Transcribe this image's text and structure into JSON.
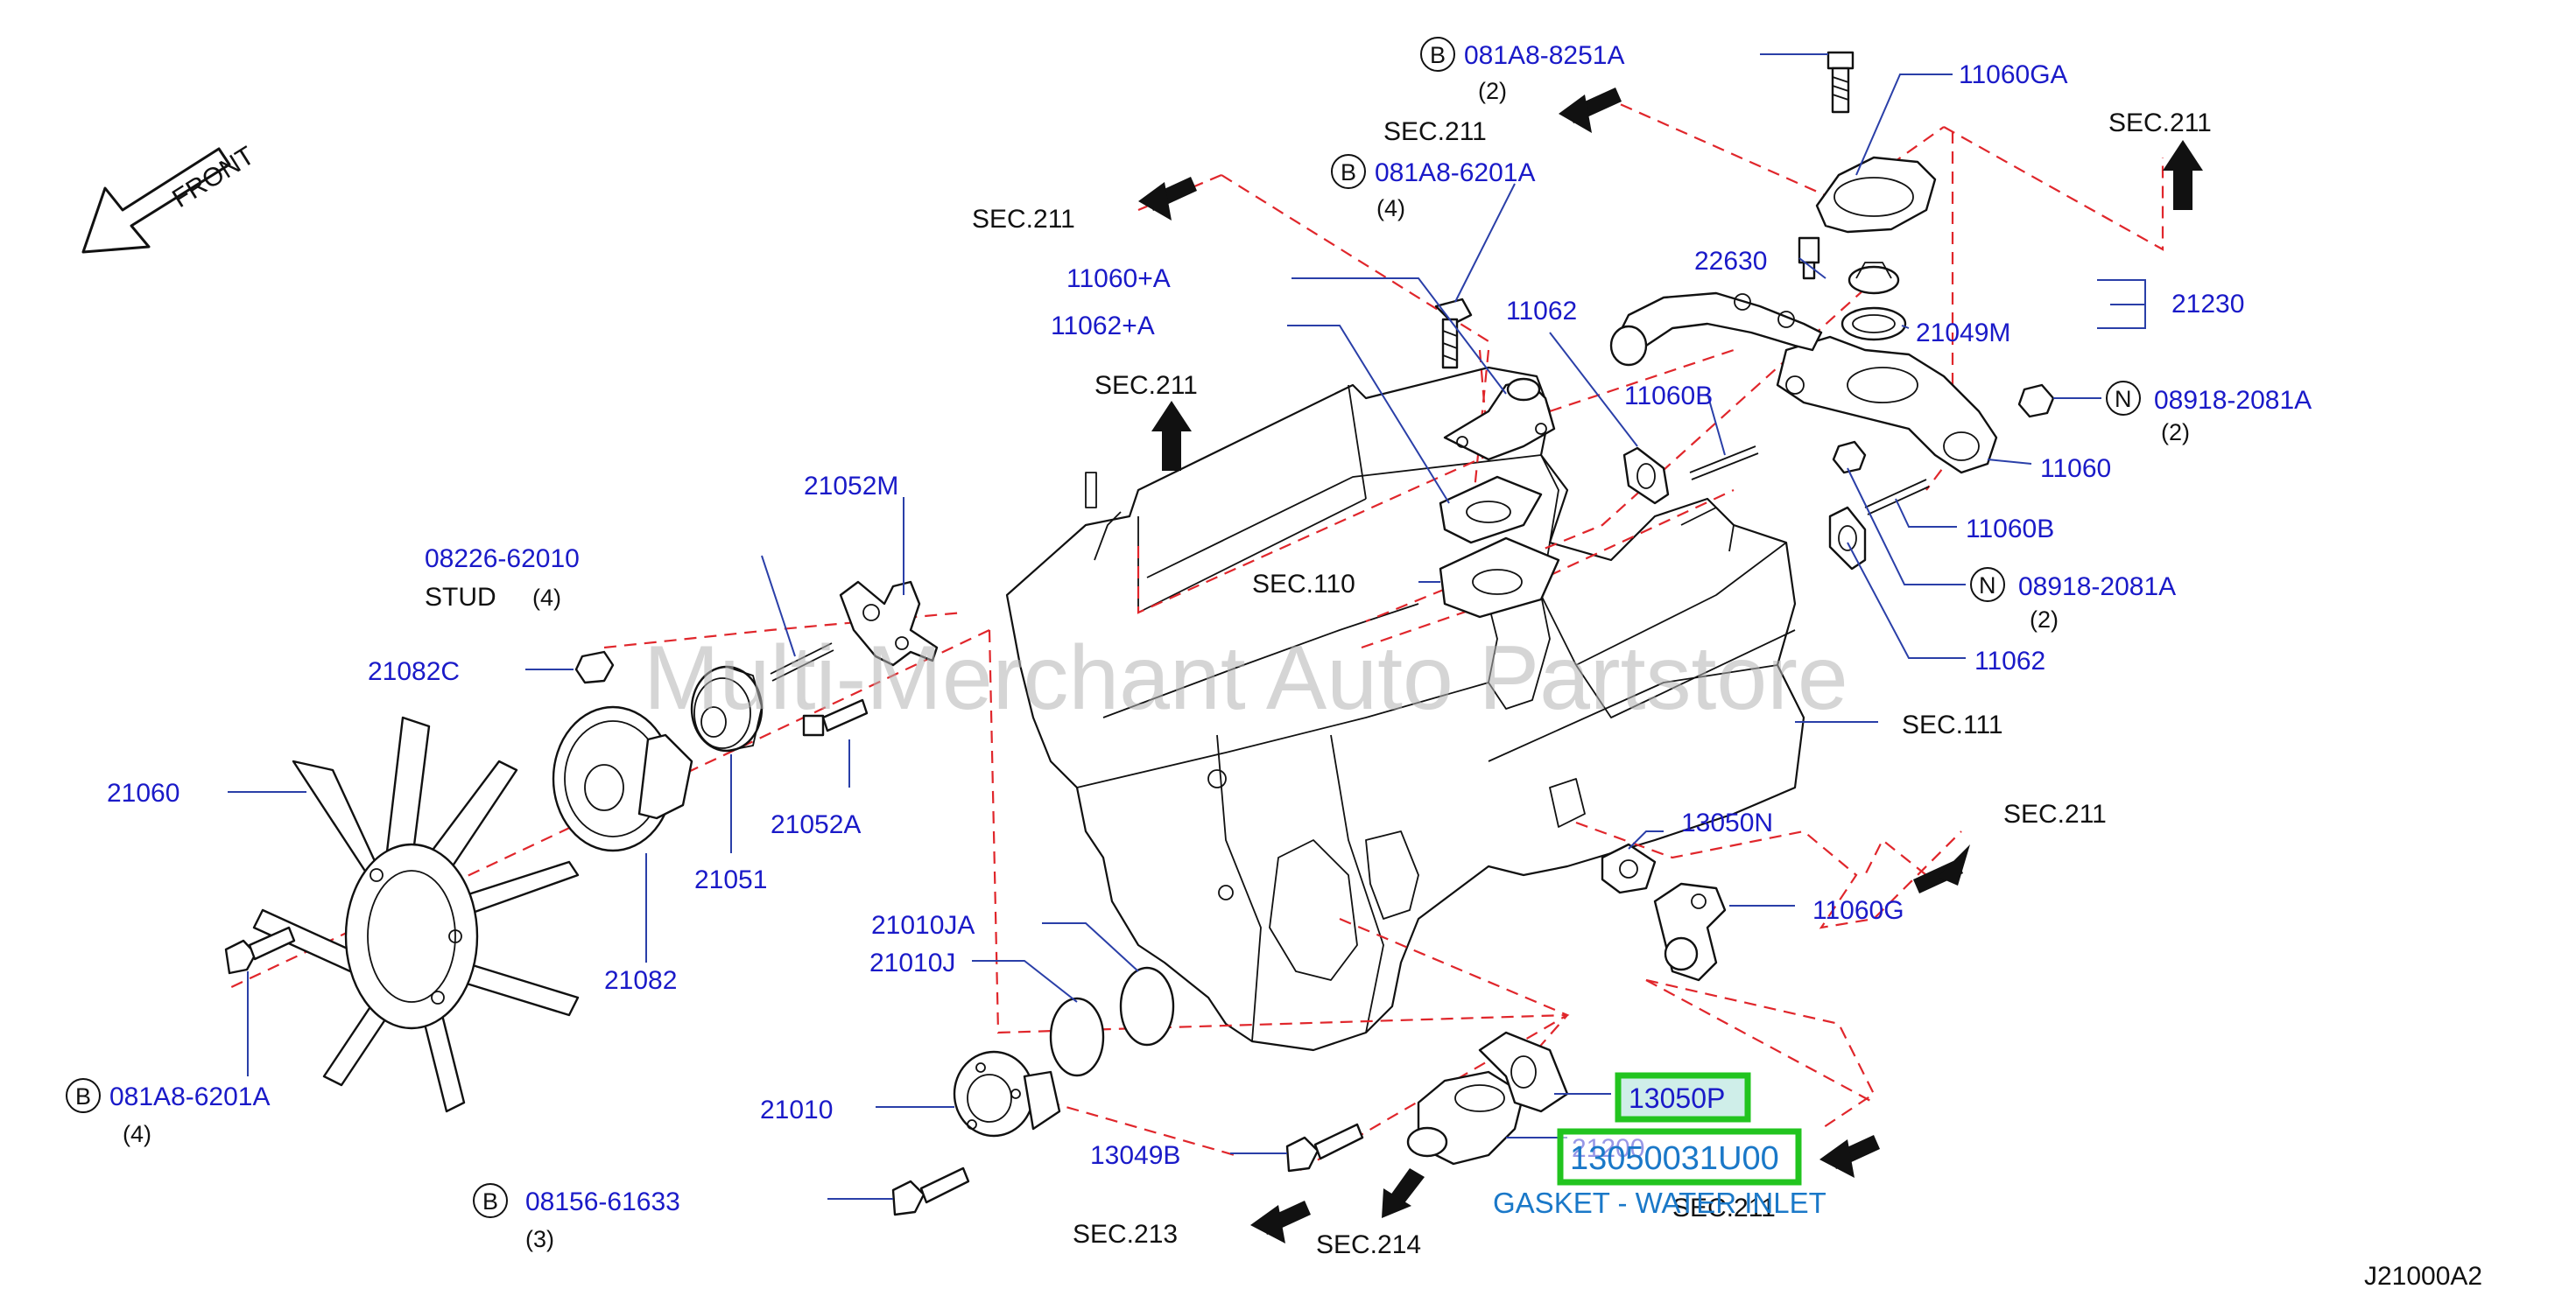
{
  "diagram": {
    "watermark": "Multi-Merchant Auto Partstore",
    "drawing_code": "J21000A2",
    "front_label": "FRONT",
    "highlight": {
      "part_a": "13050P",
      "part_b": "13050031U00",
      "description": "GASKET - WATER INLET"
    },
    "sections": {
      "s211_a": "SEC.211",
      "s211_b": "SEC.211",
      "s211_c": "SEC.211",
      "s211_d": "SEC.211",
      "s211_e": "SEC.211",
      "s211_f": "SEC.211",
      "s110": "SEC.110",
      "s111": "SEC.111",
      "s213": "SEC.213",
      "s214": "SEC.214"
    },
    "parts": {
      "p_081A8_8251A": "081A8-8251A",
      "q_081A8_8251A": "(2)",
      "p_081A8_6201A_top": "081A8-6201A",
      "q_081A8_6201A_top": "(4)",
      "p_11060GA": "11060GA",
      "p_11060_A": "11060+A",
      "p_11062_A": "11062+A",
      "p_11062_top": "11062",
      "p_22630": "22630",
      "p_21230": "21230",
      "p_21049M": "21049M",
      "p_11060B_top": "11060B",
      "p_08918_top": "08918-2081A",
      "q_08918_top": "(2)",
      "p_11060": "11060",
      "p_11060B_low": "11060B",
      "p_08918_low": "08918-2081A",
      "q_08918_low": "(2)",
      "p_11062_low": "11062",
      "p_21052M": "21052M",
      "p_08226": "08226-62010",
      "stud": "STUD",
      "q_stud": "(4)",
      "p_21082C": "21082C",
      "p_21060": "21060",
      "p_21052A": "21052A",
      "p_21051": "21051",
      "p_21082": "21082",
      "p_13050N": "13050N",
      "p_11060G": "11060G",
      "p_21010JA": "21010JA",
      "p_21010J": "21010J",
      "p_21010": "21010",
      "p_13049B": "13049B",
      "p_21200": "21200",
      "p_081A8_6201A_low": "081A8-6201A",
      "q_081A8_6201A_low": "(4)",
      "p_08156": "08156-61633",
      "q_08156": "(3)"
    },
    "callout_letters": {
      "b1": "B",
      "b2": "B",
      "b3": "B",
      "b4": "B",
      "n1": "N",
      "n2": "N"
    }
  }
}
